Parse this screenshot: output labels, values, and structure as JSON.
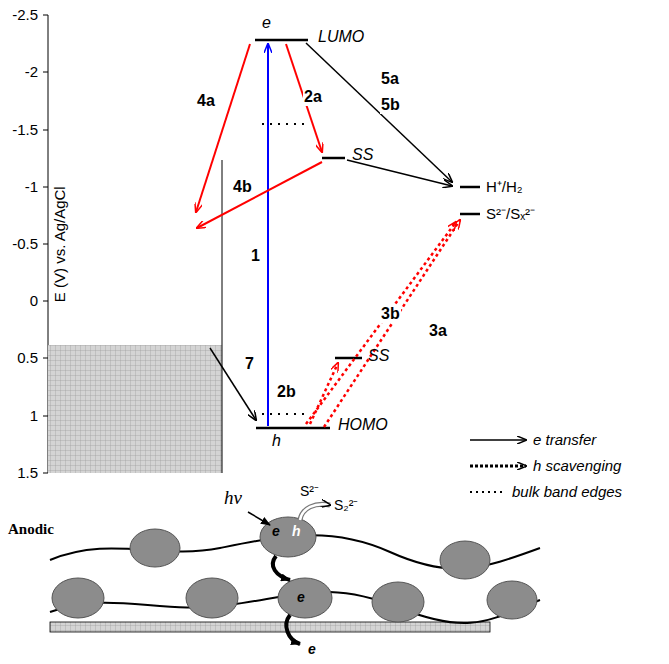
{
  "diagram": {
    "labels": [
      "-2.5",
      "-2",
      "-1.5",
      "-1",
      "-0.5",
      "0",
      "0.5",
      "1",
      "1.5",
      "E (V) vs. Ag/AgCl",
      "e",
      "LUMO",
      "4a",
      "2a",
      "5a",
      "5b",
      "SS",
      "4b",
      "H⁺/H₂",
      "S²⁻/Sₓ²⁻",
      "1",
      "3b",
      "3a",
      "7",
      "SS",
      "2b",
      "h",
      "HOMO",
      "Anodic",
      "hν",
      "S²⁻",
      "S₂²⁻",
      "e",
      "h",
      "e",
      "e"
    ],
    "legend": [
      {
        "text": "e transfer"
      },
      {
        "text": "h scavenging"
      },
      {
        "text": "bulk band edges"
      }
    ]
  }
}
